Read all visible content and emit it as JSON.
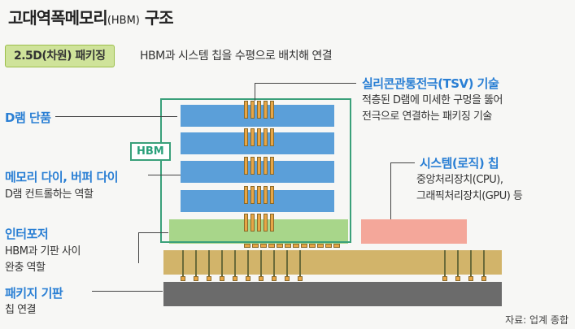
{
  "title": {
    "main": "고대역폭메모리",
    "sub": "(HBM)",
    "tail": " 구조"
  },
  "tag": {
    "label": "2.5D(차원) 패키징",
    "description": "HBM과 시스템 칩을 수평으로 배치해 연결"
  },
  "labels": {
    "tsv": {
      "title": "실리콘관통전극(TSV) 기술",
      "desc1": "적층된 D램에 미세한 구멍을 뚫어",
      "desc2": "전극으로 연결하는 패키징 기술"
    },
    "dram": {
      "title": "D램 단품"
    },
    "hbm": {
      "title": "HBM"
    },
    "memory_die": {
      "title": "메모리 다이, 버퍼 다이",
      "desc1": "D램 컨트롤하는 역할"
    },
    "system_chip": {
      "title": "시스템(로직) 칩",
      "desc1": "중앙처리장치(CPU),",
      "desc2": "그래픽처리장치(GPU) 등"
    },
    "interposer": {
      "title": "인터포저",
      "desc1": "HBM과 기판 사이",
      "desc2": "완충 역할"
    },
    "substrate": {
      "title": "패키지 기판",
      "desc1": "칩 연결"
    }
  },
  "source": "자료: 업계 종합",
  "colors": {
    "dram_die": "#5b9fd9",
    "hbm_frame": "#3aa07a",
    "interposer": "#a8d68a",
    "system_chip": "#f4a79a",
    "substrate_top": "#d2b46a",
    "substrate_bottom": "#6b6b6b",
    "tsv": "#e8a646",
    "label_blue": "#2a7fd4"
  }
}
